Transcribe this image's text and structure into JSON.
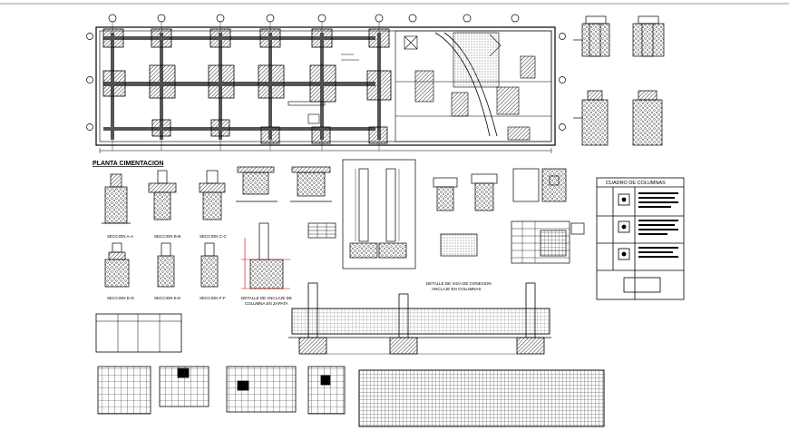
{
  "sheet": {
    "plan_title": "PLANTA CIMENTACION",
    "col_table_title": "CUADRO DE COLUMNAS",
    "detail_title": "DETALLE DE VIGA DE CONEXION",
    "detail_subtitle": "ANCLAJE EN COLUMNAS",
    "anchor_title": "DETALLE DE ANCLAJE DE",
    "anchor_subtitle": "COLUMNA EN ZAPATA",
    "sections": [
      "SECCION A-A",
      "SECCION B-B",
      "SECCION C-C",
      "SECCION D-D",
      "SECCION E-E",
      "SECCION F-F"
    ],
    "colors": {
      "ink": "#000000",
      "paper": "#ffffff",
      "hatch": "#555555",
      "dim_red": "#cc0000"
    }
  }
}
